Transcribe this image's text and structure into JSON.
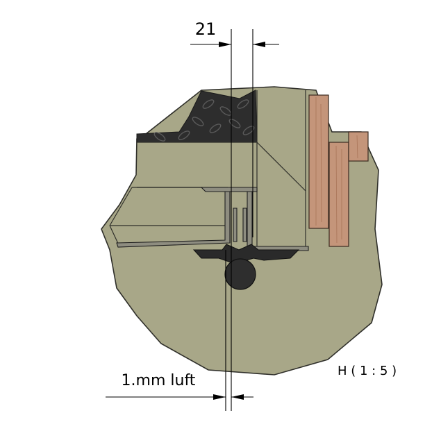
{
  "drawing": {
    "dimension_top": "21",
    "dimension_bottom": "1.mm luft",
    "detail_label": "H ( 1 : 5 )"
  },
  "colors": {
    "section_fill": "#a8a788",
    "section_stroke": "#2f2f2a",
    "plate_dark": "#2d2d2d",
    "wood": "#c4957a",
    "seal": "#2a2a2a",
    "line": "#000000"
  }
}
